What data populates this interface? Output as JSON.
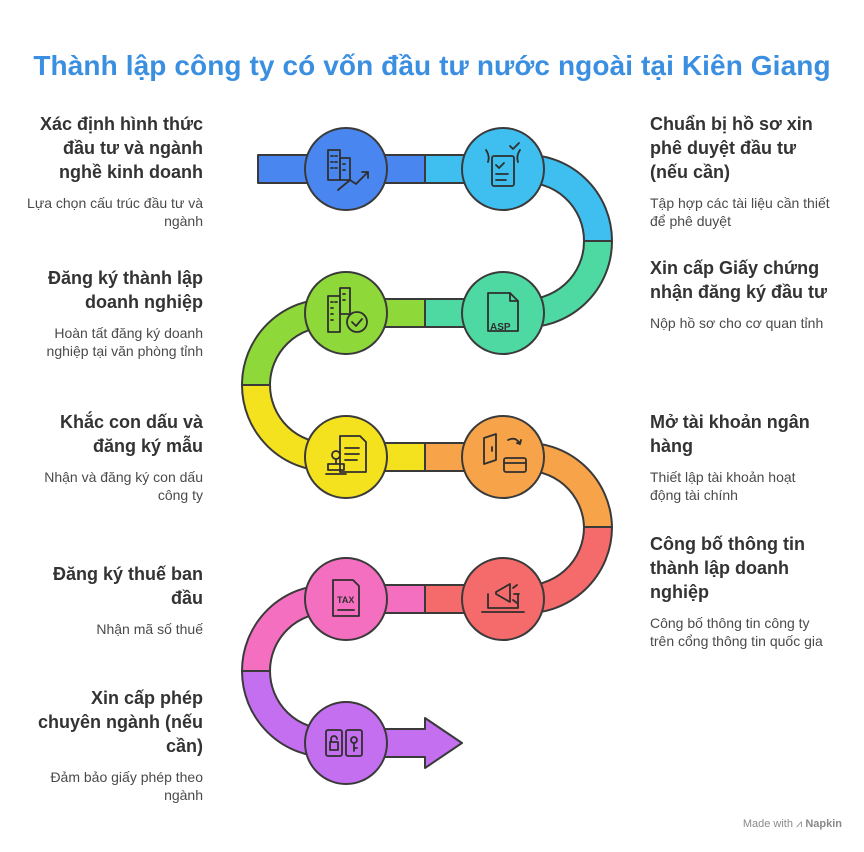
{
  "title": "Thành lập công ty có vốn đầu tư nước ngoài tại Kiên Giang",
  "steps": [
    {
      "title": "Xác định hình thức đầu tư và ngành nghề kinh doanh",
      "desc": "Lựa chọn cấu trúc đầu tư và ngành",
      "icon": "company-growth-icon",
      "color": "#4a86f0"
    },
    {
      "title": "Chuẩn bị hồ sơ xin phê duyệt đầu tư (nếu cần)",
      "desc": "Tập hợp các tài liệu cần thiết để phê duyệt",
      "icon": "document-checklist-icon",
      "color": "#3fbff0"
    },
    {
      "title": "Xin cấp Giấy chứng nhận đăng ký đầu tư",
      "desc": "Nộp hồ sơ cho cơ quan tỉnh",
      "icon": "asp-file-icon",
      "color": "#4ed8a2"
    },
    {
      "title": "Đăng ký thành lập doanh nghiệp",
      "desc": "Hoàn tất đăng ký doanh nghiệp tại văn phòng tỉnh",
      "icon": "building-check-icon",
      "color": "#8fd83a"
    },
    {
      "title": "Khắc con dấu và đăng ký mẫu",
      "desc": "Nhận và đăng ký con dấu công ty",
      "icon": "stamp-document-icon",
      "color": "#f5e21e"
    },
    {
      "title": "Mở tài khoản ngân hàng",
      "desc": "Thiết lập tài khoản hoạt động tài chính",
      "icon": "wallet-card-icon",
      "color": "#f7a34a"
    },
    {
      "title": "Công bố thông tin thành lập doanh nghiệp",
      "desc": "Công bố thông tin công ty trên cổng thông tin quốc gia",
      "icon": "megaphone-laptop-icon",
      "color": "#f56a6a"
    },
    {
      "title": "Đăng ký thuế ban đầu",
      "desc": "Nhận mã số thuế",
      "icon": "tax-document-icon",
      "color": "#f46fc0"
    },
    {
      "title": "Xin cấp phép chuyên ngành (nếu cần)",
      "desc": "Đảm bảo giấy phép theo ngành",
      "icon": "license-lock-icon",
      "color": "#c46ef0"
    }
  ],
  "footer": {
    "made_with": "Made with",
    "brand": "Napkin"
  }
}
